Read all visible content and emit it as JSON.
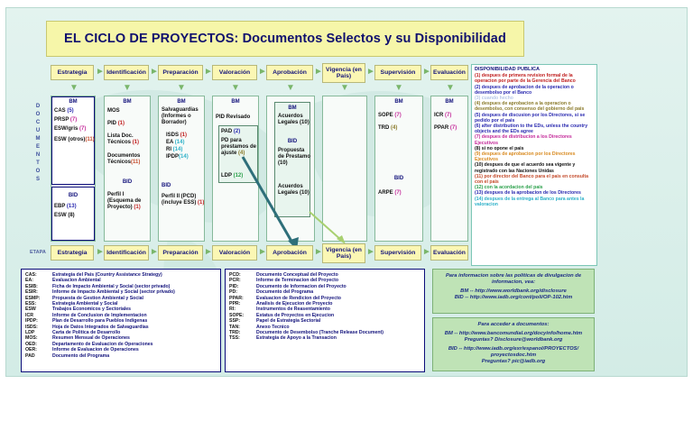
{
  "title": "EL CICLO DE PROYECTOS: Documentos Selectos y su Disponibilidad",
  "stages": [
    "Estrategia",
    "Identificación",
    "Preparación",
    "Valoración",
    "Aprobación",
    "Vigencia (en País)",
    "Supervisión",
    "Evaluación"
  ],
  "etapa_label": "ETAPA",
  "documentos_label": [
    "D",
    "O",
    "C",
    "U",
    "M",
    "E",
    "N",
    "T",
    "O",
    "S"
  ],
  "columns": {
    "estrategia": {
      "bm_header": "BM",
      "bm_items": [
        {
          "t": "CAS",
          "n": "(5)",
          "c": "#2a2ab0"
        },
        {
          "t": "PRSP",
          "n": "(7)",
          "c": "#c42a9a"
        },
        {
          "t": "ESW/gris",
          "n": "(7)",
          "c": "#c42a9a"
        },
        {
          "t": "ESW (otros)",
          "n": "(11)",
          "c": "#c44a2a"
        }
      ],
      "bid_header": "BID",
      "bid_items": [
        {
          "t": "EBP",
          "n": "(13)",
          "c": "#2a2ab0"
        },
        {
          "t": "ESW",
          "n": "(8)",
          "c": "#111111"
        }
      ]
    },
    "identificacion": {
      "bm_header": "BM",
      "bm_items": [
        {
          "t": "MOS",
          "n": "",
          "c": "#111"
        },
        {
          "t": "PID",
          "n": "(1)",
          "c": "#c02020"
        },
        {
          "t": "Lista Doc. Técnicos",
          "n": "(1)",
          "c": "#c02020"
        },
        {
          "t": "Documentos Técnicos",
          "n": "(11)",
          "c": "#c44a2a"
        }
      ],
      "bid_header": "BID",
      "bid_items": [
        {
          "t": "Perfil I (Esquema de Proyecto)",
          "n": "(1)",
          "c": "#c02020"
        }
      ]
    },
    "preparacion": {
      "bm_header": "BM",
      "bm_items": [
        {
          "t": "Salvaguardias (Informes o Borrador)",
          "n": "",
          "c": "#111"
        },
        {
          "t": "ISDS",
          "n": "(1)",
          "c": "#c02020"
        },
        {
          "t": "EA",
          "n": "(14)",
          "c": "#2cb0c8"
        },
        {
          "t": "RI",
          "n": "(14)",
          "c": "#2cb0c8"
        },
        {
          "t": "IPDP",
          "n": "(14)",
          "c": "#2cb0c8"
        }
      ],
      "bid_header": "BID",
      "bid_items": [
        {
          "t": "Perfil II (PCD) (incluye ESS)",
          "n": "(1)",
          "c": "#c02020"
        }
      ]
    },
    "valoracion": {
      "bm_header": "BM",
      "bm_items": [
        {
          "t": "PID Revisado",
          "n": "",
          "c": "#111"
        }
      ],
      "inner_items": [
        {
          "t": "PAD",
          "n": "(2)",
          "c": "#2a2ab0"
        },
        {
          "t": "PD para prestamos de ajuste",
          "n": "(4)",
          "c": "#8a7a2a"
        },
        {
          "t": "LDP",
          "n": "(12)",
          "c": "#2aa04a"
        }
      ]
    },
    "aprobacion": {
      "bm_header": "BM",
      "bm_items": [
        {
          "t": "Acuerdos Legales",
          "n": "(10)",
          "c": "#111"
        }
      ],
      "bid_header": "BID",
      "bid_items": [
        {
          "t": "Propuesta de Prestamo",
          "n": "(10)",
          "c": "#111"
        },
        {
          "t": "Acuerdos Legales",
          "n": "(10)",
          "c": "#111"
        }
      ]
    },
    "supervision": {
      "bm_header": "BM",
      "bm_items": [
        {
          "t": "SOPE",
          "n": "(7)",
          "c": "#c42a9a"
        },
        {
          "t": "TRD",
          "n": "(4)",
          "c": "#8a7a2a"
        }
      ],
      "bid_header": "BID",
      "bid_items": [
        {
          "t": "ARPE",
          "n": "(7)",
          "c": "#c42a9a"
        }
      ]
    },
    "evaluacion": {
      "bm_header": "BM",
      "bm_items": [
        {
          "t": "ICR",
          "n": "(7)",
          "c": "#c42a9a"
        },
        {
          "t": "PPAR",
          "n": "(7)",
          "c": "#c42a9a"
        }
      ]
    }
  },
  "availability": {
    "title": "DISPONIBILIDAD PUBLICA",
    "items": [
      {
        "t": "(1)       despues de primera revision formal de la operacion por parte de la Gerencia del Banco",
        "c": "#c02020"
      },
      {
        "t": "(2)       despues de aprobacion de la operacion o desembolso por el Banco",
        "c": "#2a2ab0"
      },
      {
        "t": "(3)       cuando hecho",
        "c": "#b8c8e8"
      },
      {
        "t": "(4)       despues de aprobacion a la operacion o desembolso, con consenso del gobierno del pais",
        "c": "#8a7a2a"
      },
      {
        "t": "(5)       despues de discusion por los Directores, si se pedido por el pais",
        "c": "#2a2ab0"
      },
      {
        "t": "(6)       after distribution to the EDs, unless the country objects and the EDs agree",
        "c": "#2a2ab0"
      },
      {
        "t": "(7)       despues de distribucion a los Directores Ejecutivos",
        "c": "#c42a9a"
      },
      {
        "t": "(8)       si no opone el pais",
        "c": "#111111"
      },
      {
        "t": "(9)       despues de aprobacion por los Directores Ejecutivos",
        "c": "#d88a20"
      },
      {
        "t": "(10)      despues de que el acuerdo sea vigente y registrado con las Naciones Unidas",
        "c": "#111111"
      },
      {
        "t": "(11)      por director del Banco para el pais en consulta con el pais",
        "c": "#c44a2a"
      },
      {
        "t": "(12)      con la acordacion del pais",
        "c": "#2aa04a"
      },
      {
        "t": "(13)      despues de la aprobacion de los Directores",
        "c": "#2a2ab0"
      },
      {
        "t": "(14)      despues de la entrega al Banco para antes la valoracion",
        "c": "#2cb0c8"
      }
    ]
  },
  "abbr_left": [
    [
      "CAS:",
      "Estrategia del Pais (Country Assistance Strategy)"
    ],
    [
      "EA:",
      "Evaluacion Ambiental"
    ],
    [
      "ESIB:",
      "Ficha de Impacto Ambiental y Social (sector privado)"
    ],
    [
      "ESIR:",
      "Informe de Impacto Ambiental y Social (sector privado)"
    ],
    [
      "ESMP:",
      "Propuesta de Gestion Ambiental y Social"
    ],
    [
      "ESS:",
      "Estrategia Ambiental y Social"
    ],
    [
      "ESW",
      "Trabajos Economicos y Sectoriales"
    ],
    [
      "ICR",
      "Informe de Conclusion de Implementacion"
    ],
    [
      "IPDP:",
      "Plan de Desarrollo para Pueblos Indigenas"
    ],
    [
      "ISDS:",
      "Hoja de Datos Integrados de Salvaguardias"
    ],
    [
      "LDP",
      "Carta de Politica de Desarrollo"
    ],
    [
      "MOS:",
      "Resumen Mensual de Operaciones"
    ],
    [
      "OED:",
      "Departamento de Evaluacion de Operaciones"
    ],
    [
      "OER:",
      "Informe de Evaluacion de Operaciones"
    ],
    [
      "PAD",
      "Documento del Programa"
    ]
  ],
  "abbr_right": [
    [
      "PCD:",
      "Documento Conceptual del Proyecto"
    ],
    [
      "PCR:",
      "Informe de Terminacion del Proyecto"
    ],
    [
      "PID:",
      "Documento de Informacion del Proyecto"
    ],
    [
      "PD:",
      "Documento del Programa"
    ],
    [
      "PPAR:",
      "Evaluacion de Rendicion del  Proyecto"
    ],
    [
      "PPR:",
      "Analisis de Ejecucion de Proyecto"
    ],
    [
      "RI:",
      "Instrumentos de Reasentamiento"
    ],
    [
      "SOPE:",
      "Estatus de Proyectos en Ejecucion"
    ],
    [
      "SSP:",
      "Papel de Estrategia Sectorial"
    ],
    [
      "TAN:",
      "Anexo Tecnico"
    ],
    [
      "TRD:",
      "Documento de Desembolso (Tranche Release Document)"
    ],
    [
      "TSS:",
      "Estrategia de Apoyo a la Transacion"
    ]
  ],
  "info1": {
    "lines": [
      "Para informacion sobre las politicas de divulgacion de informacion, vea:",
      "",
      "BM -- http://www.worldbank.org/disclosure",
      "BID -- http://www.iadb.org/cont/poli/OP-102.htm"
    ]
  },
  "info2": {
    "lines": [
      "Para acceder a documentos:",
      "",
      "BM -- http://www.bancomundial.org/docyinfo/home.htm",
      "Preguntas? Disclosure@worldbank.org",
      "",
      "BID -- http://www.iadb.org/exr/espanol/PROYECTOS/ proyectosdoc.htm",
      "Preguntas? pic@iadb.org"
    ]
  }
}
